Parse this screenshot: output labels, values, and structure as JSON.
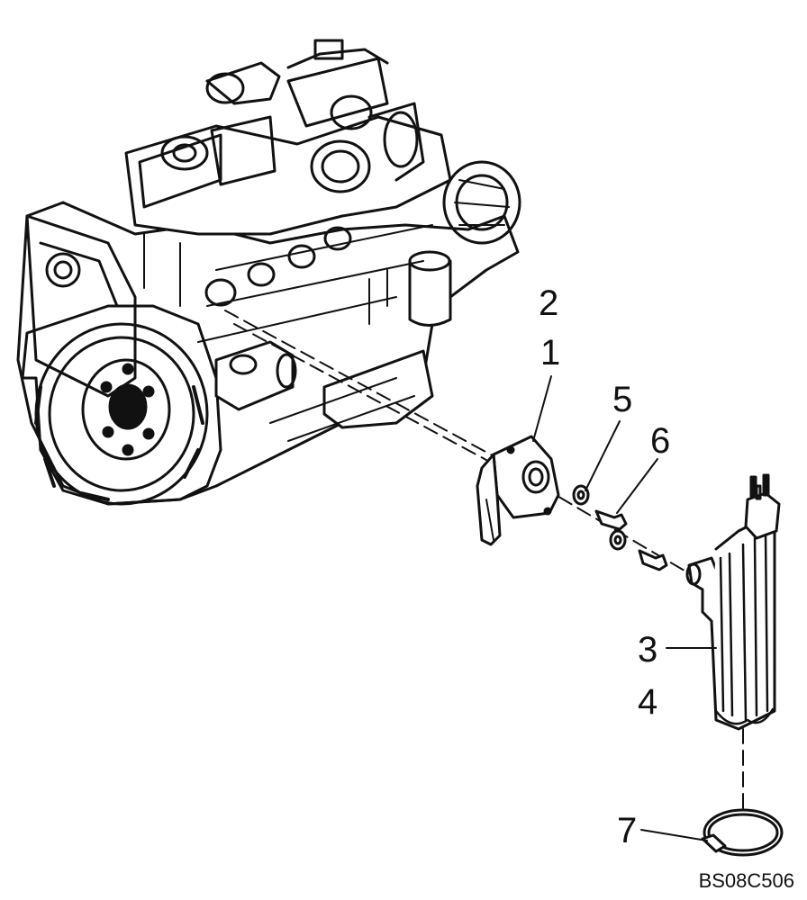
{
  "callouts": {
    "c1": "1",
    "c2": "2",
    "c3": "3",
    "c4": "4",
    "c5": "5",
    "c6": "6",
    "c7": "7"
  },
  "drawing_code": "BS08C506",
  "colors": {
    "ink": "#111111",
    "paper": "#ffffff"
  }
}
